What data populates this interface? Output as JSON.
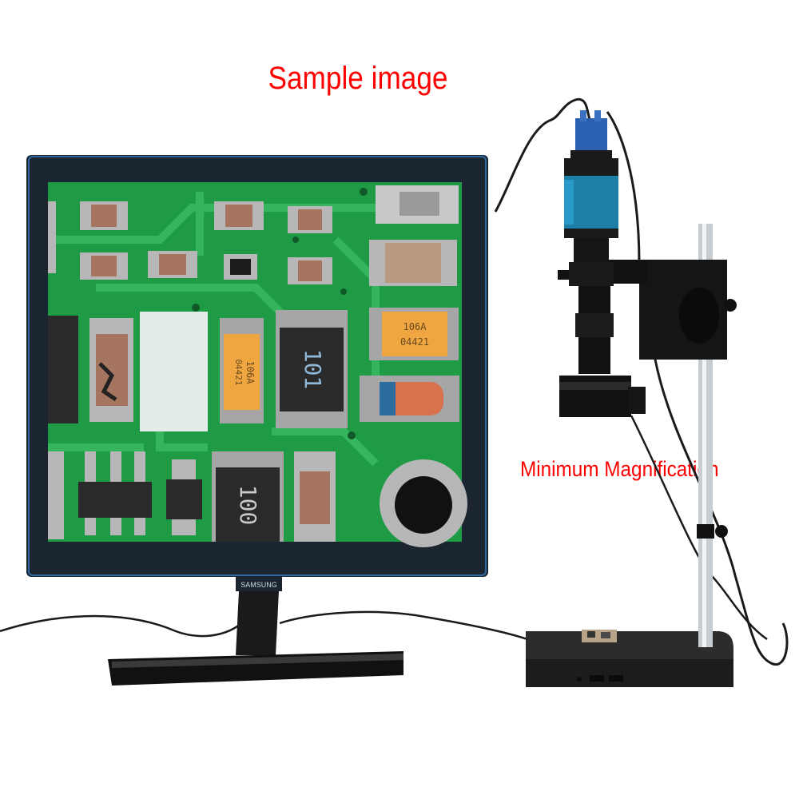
{
  "header": {
    "title": "Sample image"
  },
  "annotation": {
    "label": "Minimum Magnification"
  },
  "monitor": {
    "brand": "SAMSUNG"
  },
  "components": {
    "tantalum_top": "106A",
    "tantalum_top_sub": "04421",
    "tantalum_left": "106A",
    "tantalum_left_sub": "04421",
    "inductor_top": "101",
    "inductor_bottom": "100"
  },
  "colors": {
    "title": "#ff0000",
    "pcb_green": "#1f9a45",
    "camera_blue": "#1e7fa8",
    "bezel": "#1b2530"
  }
}
